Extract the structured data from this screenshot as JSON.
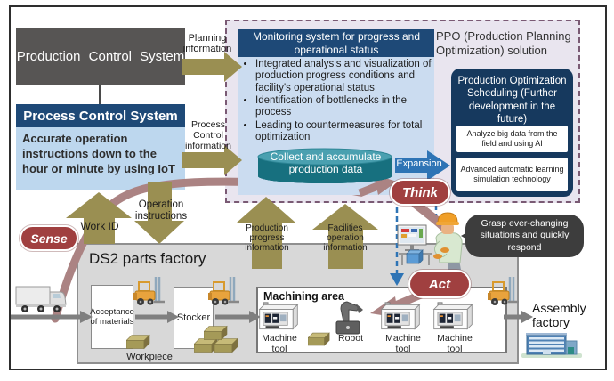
{
  "palette": {
    "olive_arrow": "#9a8f52",
    "navy_header": "#1e4977",
    "dark_navy_box": "#16395e",
    "light_blue_body": "#bdd7ee",
    "monitoring_body": "#cbdcf0",
    "lavender_bg": "#e9e5ef",
    "dashed_border": "#7a5a74",
    "cycle_red": "#a04040",
    "cylinder_teal": "#17707f",
    "expansion_blue": "#2e74b5",
    "mauve_flow": "#ab8383",
    "factory_gray": "#d8d8d8",
    "dark_gray_box": "#575554",
    "bubble_gray": "#3d3d3d",
    "flow_gray": "#7f7f7f"
  },
  "boxes": {
    "production_control": "Production Control System",
    "process_control": {
      "title": "Process Control System",
      "body": "Accurate operation instructions down to the hour or minute by using IoT"
    }
  },
  "flows": {
    "planning": "Planning information",
    "process_control": "Process Control information",
    "operation": "Operation instructions",
    "work_id": "Work ID",
    "production_progress": "Production progress information",
    "facilities_operation": "Facilities operation information",
    "expansion": "Expansion"
  },
  "ppo": {
    "label": "PPO (Production Planning Optimization) solution",
    "monitoring": {
      "title": "Monitoring system for progress and operational status",
      "bullets": [
        "Integrated analysis and visualization of production progress conditions and facility's operational status",
        "Identification of bottlenecks in the process",
        "Leading to countermeasures for total optimization"
      ]
    },
    "cylinder": "Collect and accumulate production data",
    "scheduling": {
      "title": "Production Optimization Scheduling (Further development in the future)",
      "items": [
        "Analyze big data from the field and using AI",
        "Advanced automatic learning simulation technology"
      ]
    }
  },
  "cycle": {
    "sense": "Sense",
    "think": "Think",
    "act": "Act"
  },
  "bubble": "Grasp ever-changing situations and quickly respond",
  "factory": {
    "title": "DS2 parts factory",
    "acceptance": "Acceptance of materials",
    "stocker": "Stocker",
    "workpiece": "Workpiece",
    "machining": {
      "title": "Machining area",
      "machine_tool": "Machine tool",
      "robot": "Robot"
    },
    "assembly": "Assembly factory"
  },
  "icons": [
    "truck-icon",
    "forklift-icon",
    "machine-tool-icon",
    "robot-icon",
    "workpiece-box-icon",
    "worker-icon",
    "monitor-icon",
    "server-cube-icon",
    "factory-building-icon",
    "database-cylinder"
  ]
}
